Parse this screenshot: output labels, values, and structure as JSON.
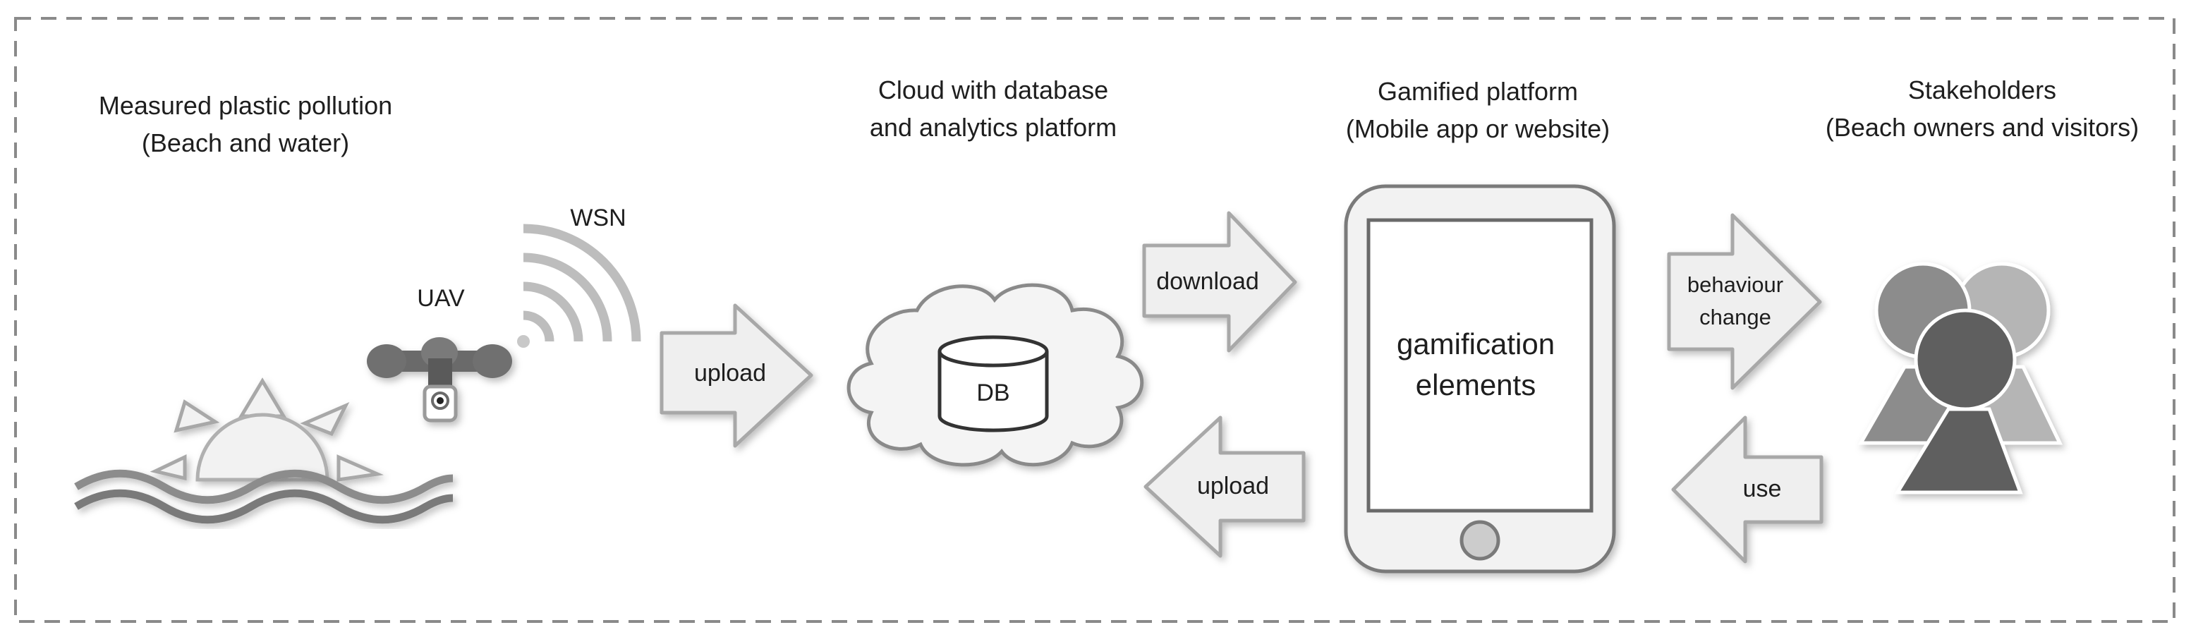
{
  "sections": {
    "pollution": {
      "title_line1": "Measured plastic pollution",
      "title_line2": "(Beach and water)"
    },
    "cloud": {
      "title_line1": "Cloud with database",
      "title_line2": "and analytics platform"
    },
    "platform": {
      "title_line1": "Gamified platform",
      "title_line2": "(Mobile app or website)"
    },
    "stakeholders": {
      "title_line1": "Stakeholders",
      "title_line2": "(Beach owners and visitors)"
    }
  },
  "labels": {
    "wsn": "WSN",
    "uav": "UAV",
    "db": "DB",
    "screen_line1": "gamification",
    "screen_line2": "elements"
  },
  "arrows": {
    "upload_to_cloud": "upload",
    "download": "download",
    "upload_from_platform": "upload",
    "behaviour_line1": "behaviour",
    "behaviour_line2": "change",
    "use": "use"
  },
  "colors": {
    "frame": "#8a8a8a",
    "arrow_fill": "#efefef",
    "arrow_stroke": "#a8a8a8",
    "dark": "#5e5e5e",
    "mid": "#8c8c8c",
    "light": "#b5b5b5"
  }
}
